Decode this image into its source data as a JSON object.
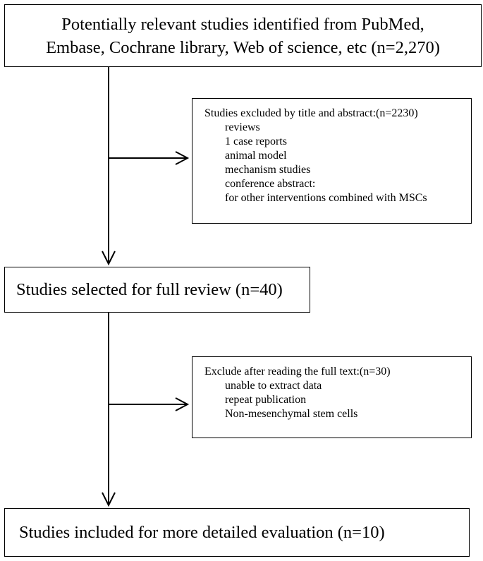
{
  "identified": {
    "lines": [
      "Potentially relevant studies identified from PubMed,",
      "Embase, Cochrane library, Web of science, etc (n=2,270)"
    ]
  },
  "excluded_title_abstract": {
    "heading": "Studies excluded by title and abstract:(n=2230)",
    "items": [
      "reviews",
      "1 case reports",
      "animal model",
      "mechanism studies",
      "conference abstract:",
      "for other interventions combined with MSCs"
    ]
  },
  "full_review": {
    "label": "Studies selected for full review (n=40)"
  },
  "excluded_full_text": {
    "heading": "Exclude after reading the full text:(n=30)",
    "items": [
      "unable to extract data",
      "repeat publication",
      "Non-mesenchymal stem cells"
    ]
  },
  "included": {
    "label": "Studies included for more detailed evaluation (n=10)"
  }
}
